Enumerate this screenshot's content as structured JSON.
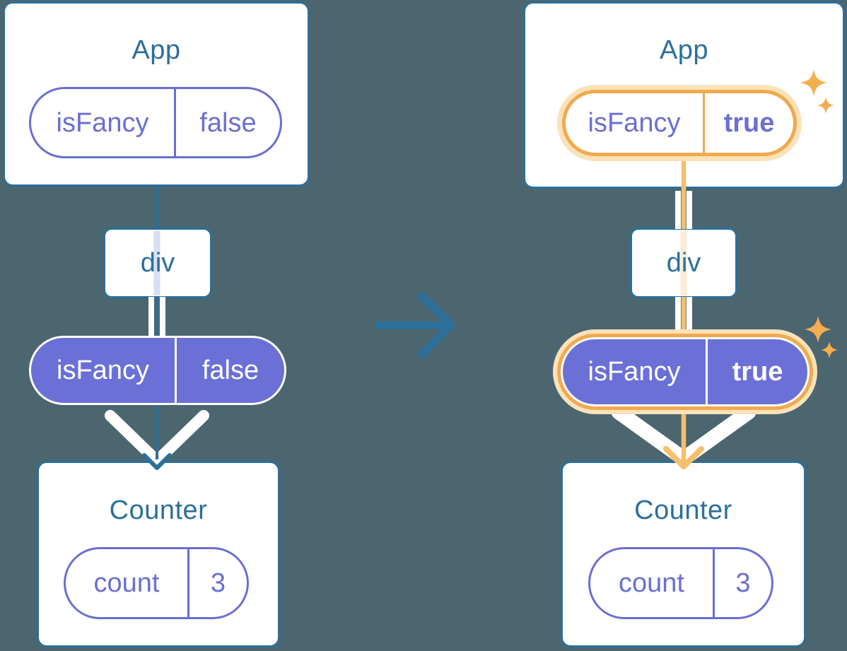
{
  "diagram": {
    "before": {
      "app": {
        "title": "App",
        "prop": {
          "name": "isFancy",
          "value": "false"
        }
      },
      "container": {
        "label": "div"
      },
      "passed_prop": {
        "name": "isFancy",
        "value": "false"
      },
      "counter": {
        "title": "Counter",
        "state": {
          "name": "count",
          "value": "3"
        }
      }
    },
    "after": {
      "app": {
        "title": "App",
        "prop": {
          "name": "isFancy",
          "value": "true"
        }
      },
      "container": {
        "label": "div"
      },
      "passed_prop": {
        "name": "isFancy",
        "value": "true"
      },
      "counter": {
        "title": "Counter",
        "state": {
          "name": "count",
          "value": "3"
        }
      }
    }
  },
  "icons": {
    "transition_arrow": "right-arrow",
    "prop_flow_arrow": "wide-down-chevron",
    "tree_arrowhead": "small-down-chevron",
    "sparkle": "four-point-star"
  },
  "colors": {
    "background": "#4C666F",
    "card": "#FFFFFF",
    "teal": "#2C6F9B",
    "purple": "#6A6FD2",
    "purple_fill": "#6B70D7",
    "orange": "#F1A94F",
    "orange_light": "#FAE2B9",
    "orange_line": "#F7BE6B",
    "lavender": "#D9DEF4",
    "peach": "#FBECD3",
    "sparkle": "#F5AE4E",
    "white_line": "#FFFFFF"
  }
}
